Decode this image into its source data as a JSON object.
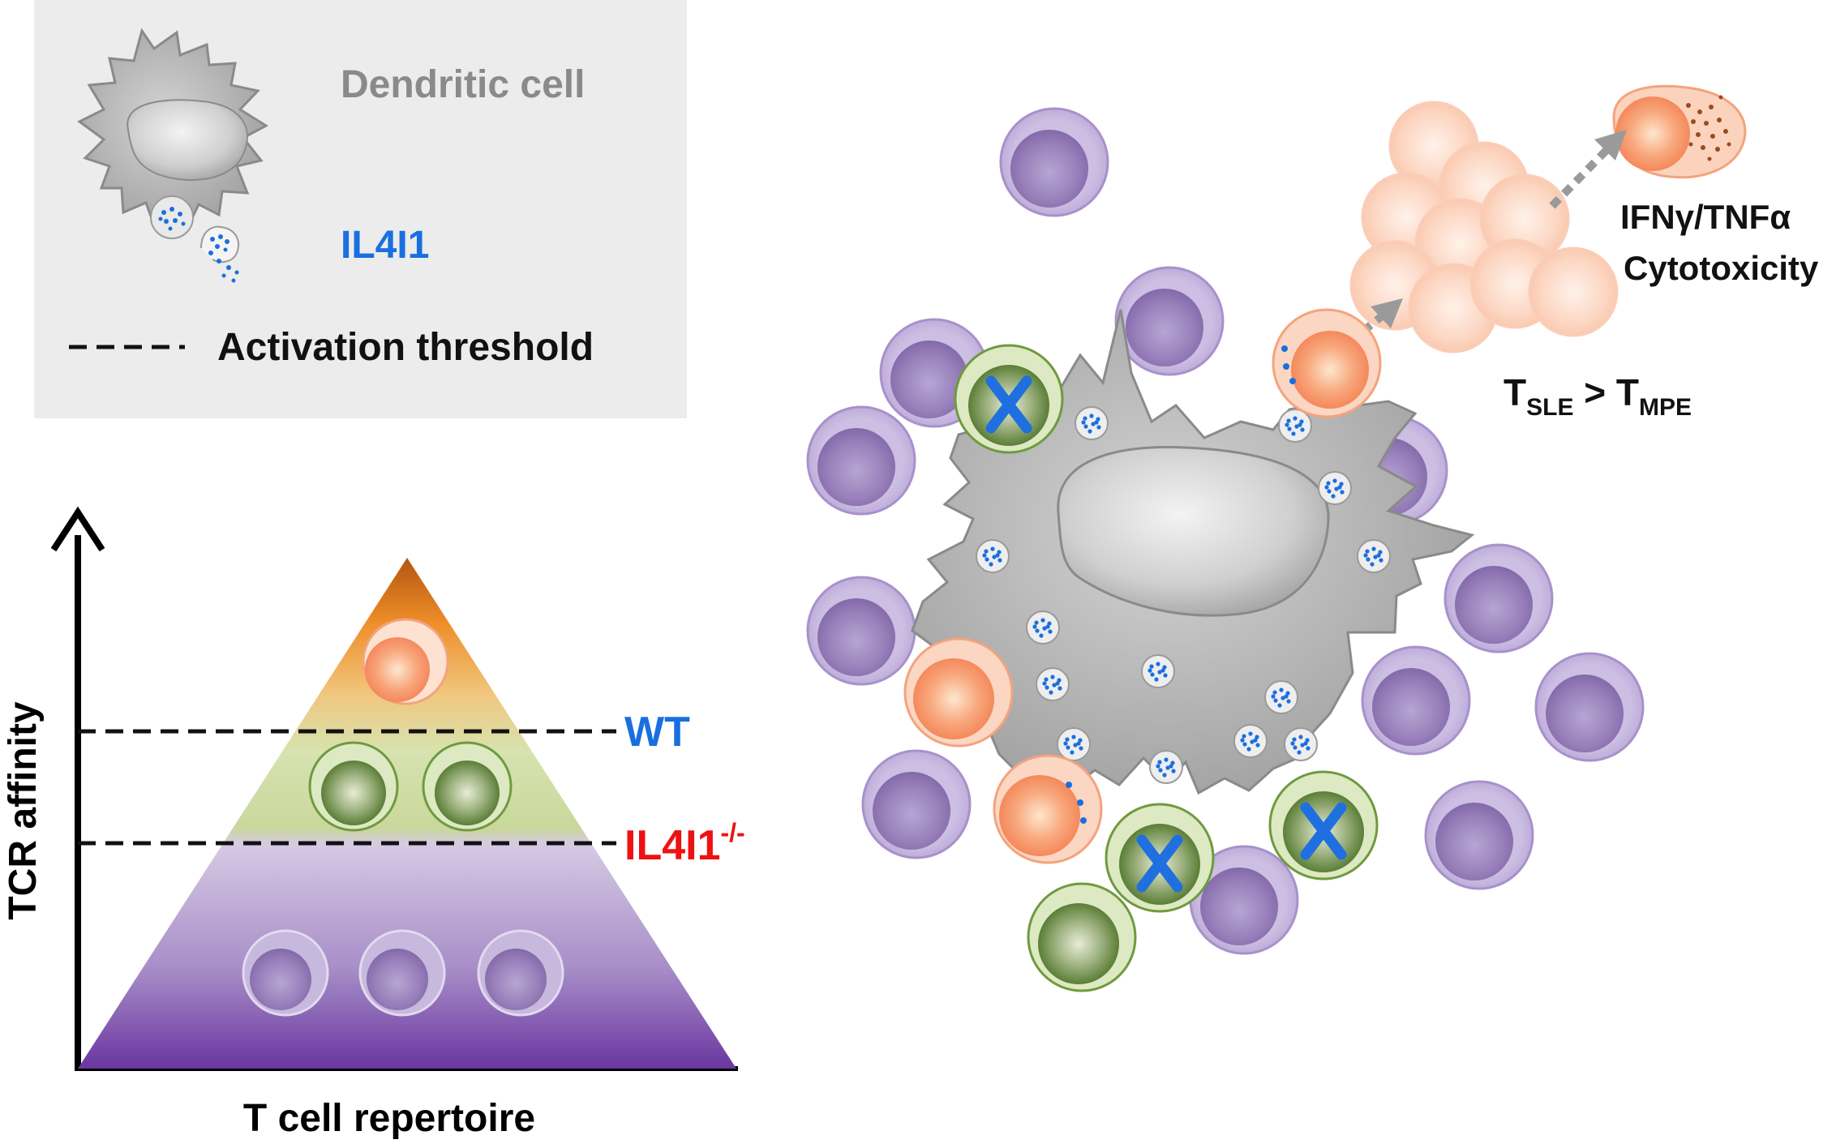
{
  "legend": {
    "dc_label": "Dendritic cell",
    "il4i1_label": "IL4I1",
    "threshold_label": "Activation threshold"
  },
  "pyramid": {
    "y_axis_label": "TCR affinity",
    "x_axis_label": "T cell repertoire",
    "wt_label": "WT",
    "ko_label_base": "IL4I1",
    "ko_label_sup": "-/-"
  },
  "right": {
    "cytokine_label": "IFNγ/TNFα",
    "cytotoxicity_label": "Cytotoxicity",
    "t_sle_main": "T",
    "t_sle_sub": "SLE",
    "gt": " > ",
    "t_mpe_main": "T",
    "t_mpe_sub": "MPE"
  },
  "colors": {
    "il4i1_blue": "#1a6fe0",
    "ko_red": "#ee1111",
    "label_gray": "#8a8a8a",
    "legend_bg": "#ececec",
    "purple_cell": "#9d86bd",
    "green_cell": "#6f9a3e",
    "orange_cell": "#f58a5e",
    "x_mark": "#1f6fe0"
  }
}
